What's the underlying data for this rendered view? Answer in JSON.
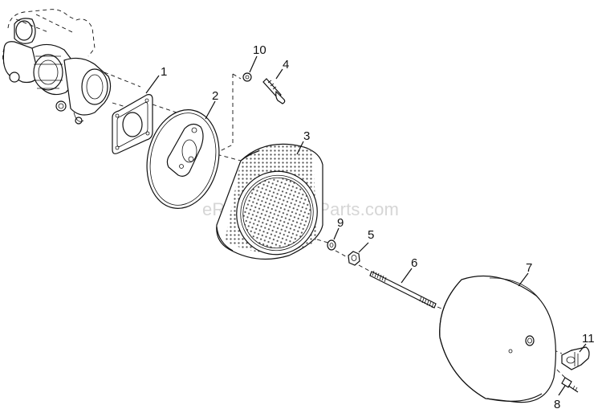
{
  "watermark": "eReplacementParts.com",
  "callouts": {
    "c1": "1",
    "c2": "2",
    "c3": "3",
    "c4": "4",
    "c5": "5",
    "c6": "6",
    "c7": "7",
    "c8": "8",
    "c9": "9",
    "c10": "10",
    "c11": "11"
  },
  "parts": [
    {
      "ref": "1",
      "icon": "gasket-icon"
    },
    {
      "ref": "2",
      "icon": "backing-plate-icon"
    },
    {
      "ref": "3",
      "icon": "filter-element-icon"
    },
    {
      "ref": "4",
      "icon": "bolt-icon"
    },
    {
      "ref": "5",
      "icon": "nut-icon"
    },
    {
      "ref": "6",
      "icon": "threaded-stud-icon"
    },
    {
      "ref": "7",
      "icon": "cover-icon"
    },
    {
      "ref": "8",
      "icon": "fitting-icon"
    },
    {
      "ref": "9",
      "icon": "washer-icon"
    },
    {
      "ref": "10",
      "icon": "washer-icon"
    },
    {
      "ref": "11",
      "icon": "indicator-icon"
    }
  ]
}
